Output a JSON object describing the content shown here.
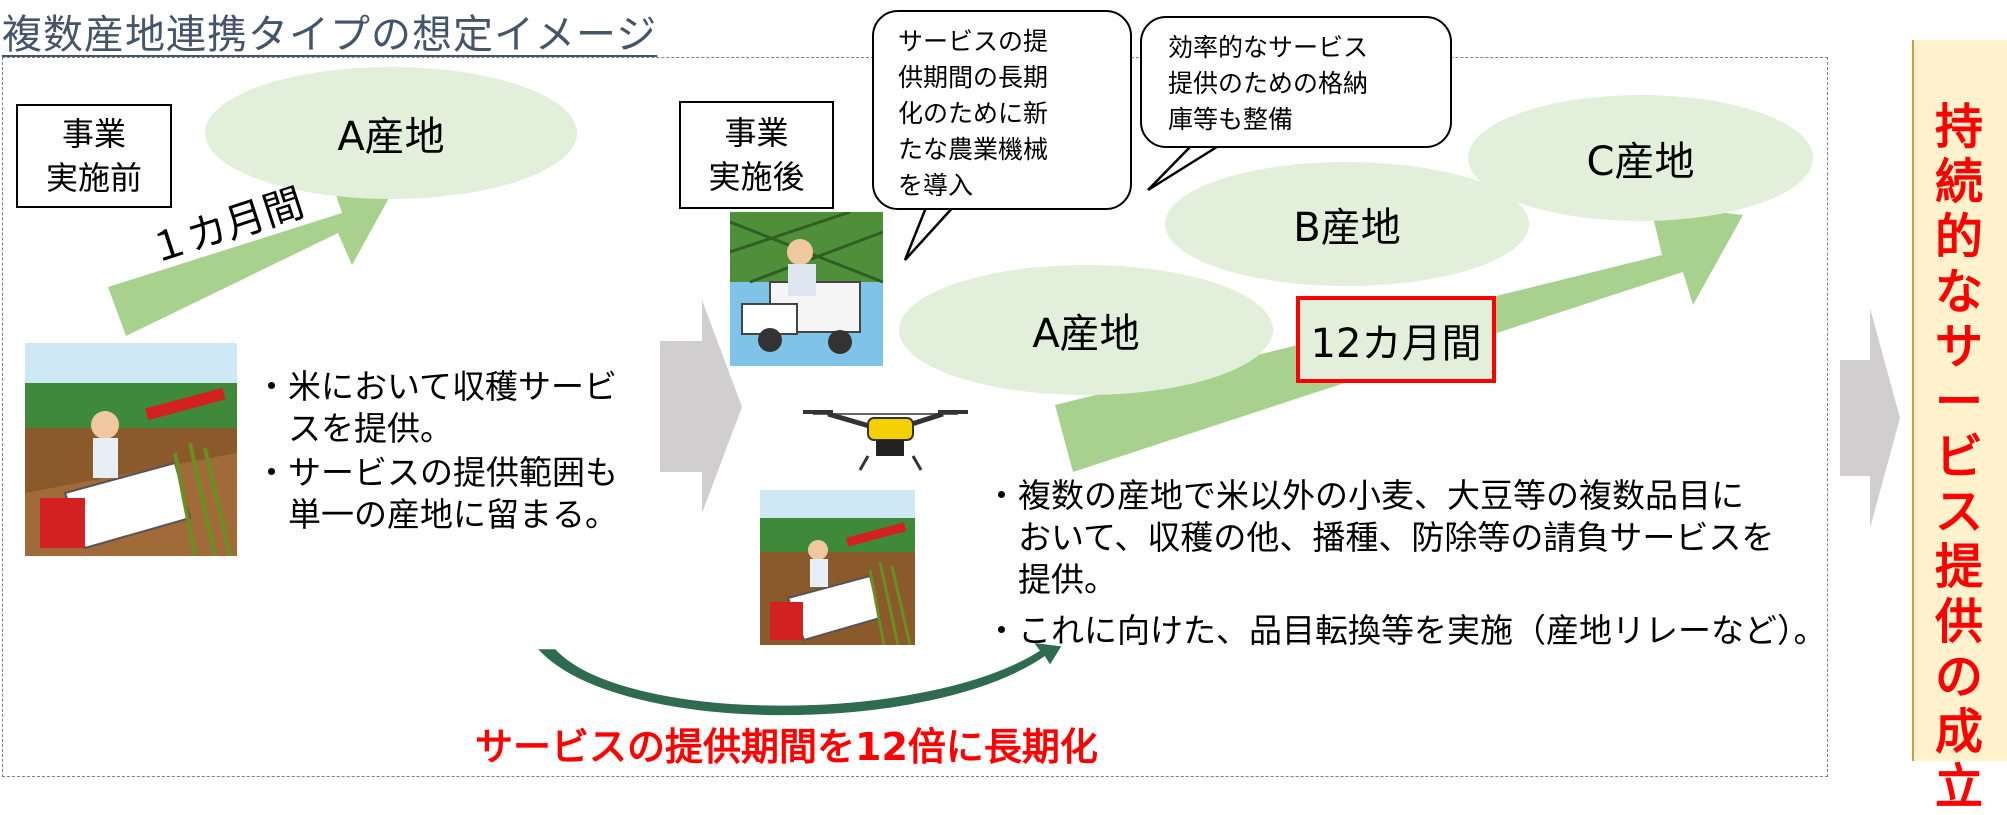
{
  "title": "複数産地連携タイプの想定イメージ",
  "before": {
    "label": "事業\n実施前",
    "region": "A産地",
    "duration": "１カ月間",
    "bullets": [
      "・米において収穫サービ\n　スを提供。",
      "・サービスの提供範囲も\n　単一の産地に留まる。"
    ]
  },
  "after": {
    "label": "事業\n実施後",
    "regions": {
      "a": "A産地",
      "b": "B産地",
      "c": "C産地"
    },
    "duration": "12カ月間",
    "bubble1": "サービスの提\n供期間の長期\n化のために新\nたな農業機械\nを導入",
    "bubble2": "効率的なサービス\n提供のための格納\n庫等も整備",
    "bullets": [
      "・複数の産地で米以外の小麦、大豆等の複数品目に\n　おいて、収穫の他、播種、防除等の請負サービスを\n　提供。",
      "・これに向けた、品目転換等を実施（産地リレーなど）。"
    ]
  },
  "extension_label": "サービスの提供期間を12倍に長期化",
  "conclusion": "持続的なサービス提供の成立",
  "colors": {
    "green_arrow": "#a9d18e",
    "ellipse": "#e2efda",
    "gray_arrow": "#d0cece",
    "red": "#ff0000",
    "sidebar": "#fff2cc",
    "title": "#44546a"
  },
  "icons": {
    "harvester": "combine-harvester-illustration",
    "planter": "rice-planter-illustration",
    "drone": "agricultural-drone-illustration"
  }
}
